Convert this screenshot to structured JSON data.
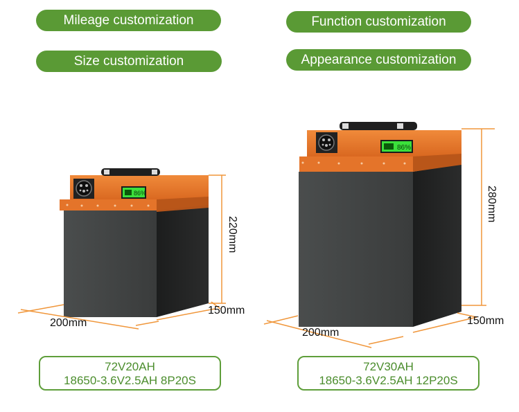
{
  "buttons": {
    "mileage": "Mileage customization",
    "function": "Function customization",
    "size": "Size customization",
    "appearance": "Appearance customization"
  },
  "battery_small": {
    "height_label": "220mm",
    "width_label": "200mm",
    "depth_label": "150mm",
    "display_reading": "86%",
    "spec_line1": "72V20AH",
    "spec_line2": "18650-3.6V2.5AH 8P20S"
  },
  "battery_large": {
    "height_label": "280mm",
    "width_label": "200mm",
    "depth_label": "150mm",
    "display_reading": "86%",
    "spec_line1": "72V30AH",
    "spec_line2": "18650-3.6V2.5AH 12P20S"
  },
  "colors": {
    "accent_green": "#5a9a35",
    "battery_orange": "#e4742a",
    "battery_body": "#3f4242",
    "dimension_line": "#f0963a",
    "display_green": "#3be03b"
  },
  "icons": [
    "connector-socket-icon",
    "battery-level-icon"
  ]
}
